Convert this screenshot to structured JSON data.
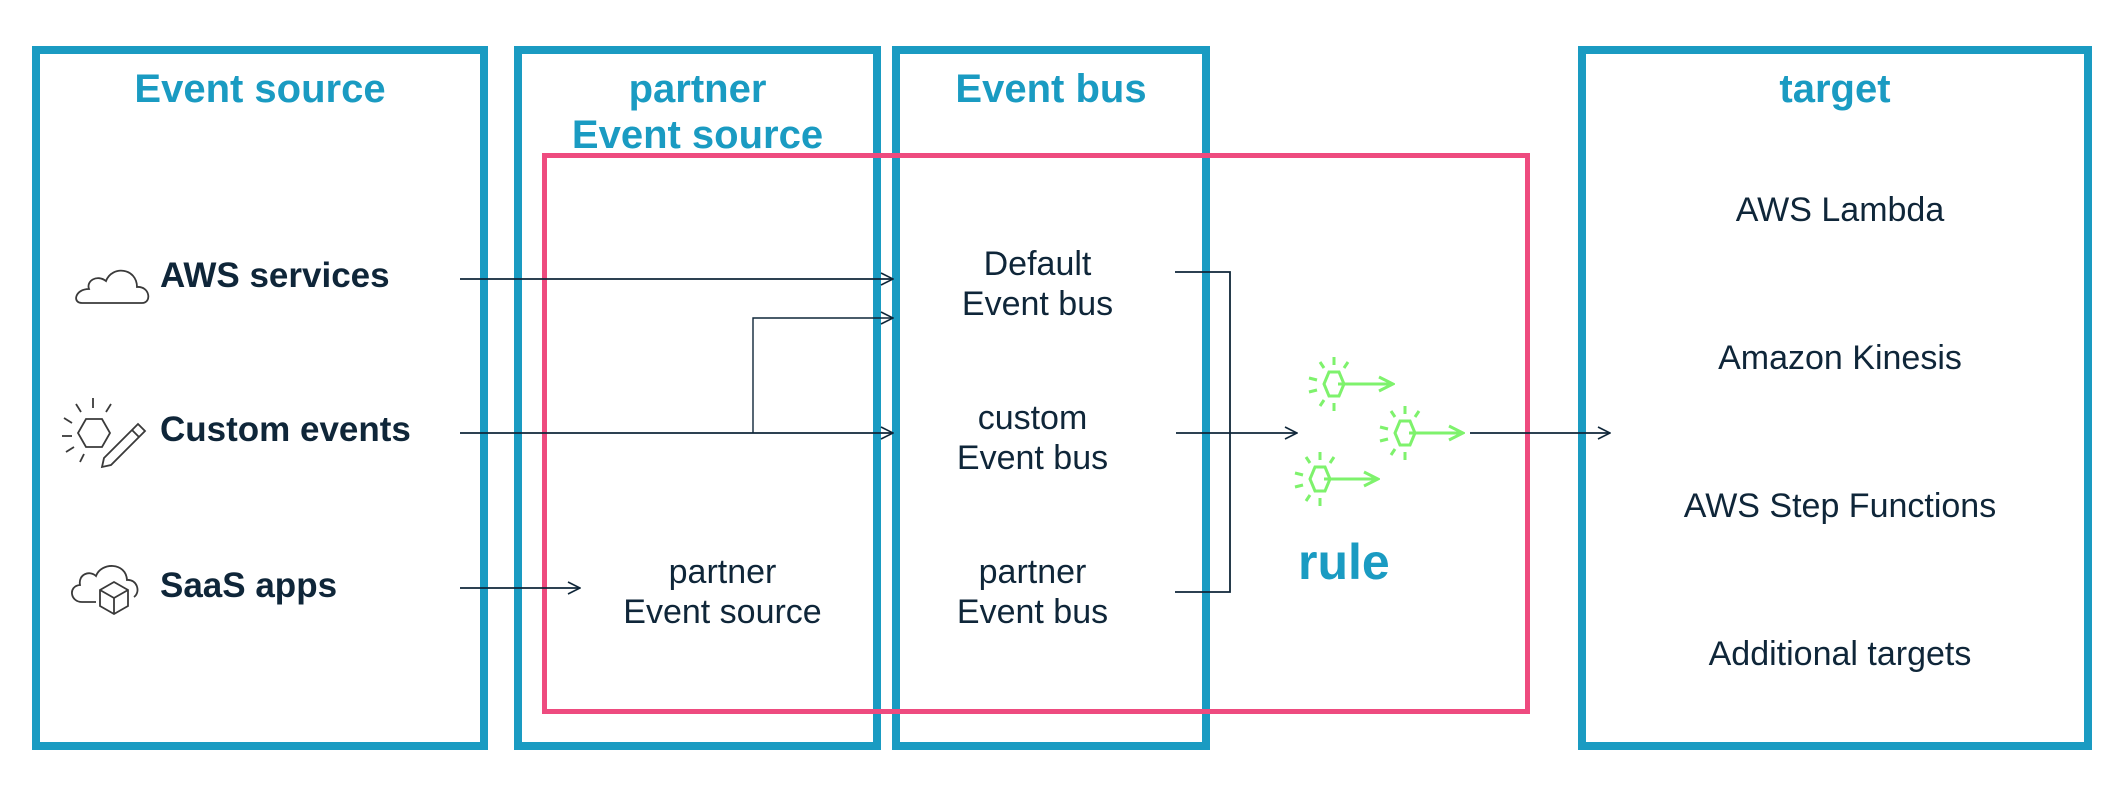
{
  "columns": {
    "event_source": "Event source",
    "partner_event_source_line1": "partner",
    "partner_event_source_line2": "Event source",
    "event_bus": "Event bus",
    "target": "target"
  },
  "sources": [
    {
      "label": "AWS services",
      "icon": "cloud-icon"
    },
    {
      "label": "Custom events",
      "icon": "custom-events-icon"
    },
    {
      "label": "SaaS apps",
      "icon": "saas-cloud-icon"
    }
  ],
  "partner_source": {
    "line1": "partner",
    "line2": "Event source"
  },
  "buses": [
    {
      "line1": "Default",
      "line2": "Event bus"
    },
    {
      "line1": "custom",
      "line2": "Event bus"
    },
    {
      "line1": "partner",
      "line2": "Event bus"
    }
  ],
  "rule_label": "rule",
  "targets": [
    "AWS Lambda",
    "Amazon Kinesis",
    "AWS Step Functions",
    "Additional targets"
  ],
  "colors": {
    "frame": "#1a9bc2",
    "highlight": "#ee4b7f",
    "rule_icon": "#7ef26c",
    "text": "#0f2639"
  }
}
